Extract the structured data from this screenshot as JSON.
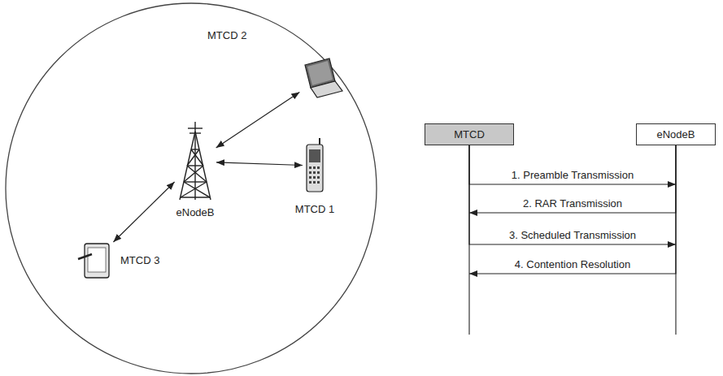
{
  "diagram": {
    "nodes": [
      {
        "text": [
          "MTCD 2"
        ]
      },
      {
        "text": [
          "eNodeB"
        ]
      },
      {
        "text": [
          "MTCD 1"
        ]
      },
      {
        "text": [
          "MTCD 3"
        ]
      },
      {
        "text": [
          "MTCD"
        ]
      },
      {
        "text": [
          "eNodeB"
        ]
      }
    ],
    "edges": [
      {
        "from": 1,
        "to": 0,
        "arrow": "both"
      },
      {
        "from": 1,
        "to": 2,
        "arrow": "both"
      },
      {
        "from": 1,
        "to": 3,
        "arrow": "both"
      },
      {
        "from": 4,
        "to": 5,
        "label": "1. Preamble Transmission",
        "arrow": "to"
      },
      {
        "from": 5,
        "to": 4,
        "label": "2. RAR Transmission",
        "arrow": "to"
      },
      {
        "from": 4,
        "to": 5,
        "label": "3. Scheduled Transmission",
        "arrow": "to"
      },
      {
        "from": 5,
        "to": 4,
        "label": "4. Contention Resolution",
        "arrow": "to"
      }
    ]
  }
}
